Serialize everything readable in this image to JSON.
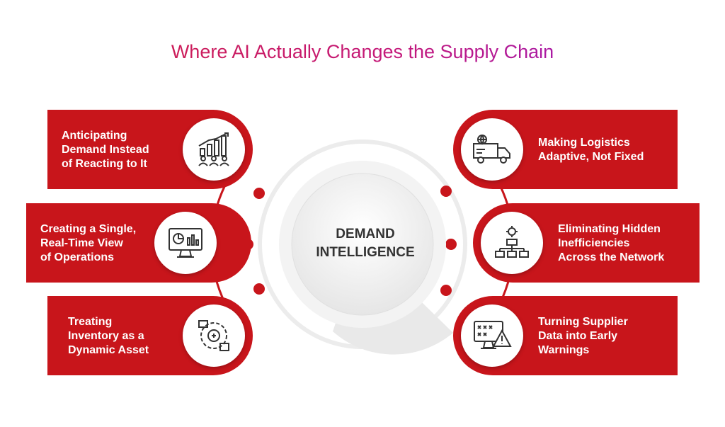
{
  "title": "Where AI Actually Changes the Supply Chain",
  "center": {
    "line1": "DEMAND",
    "line2": "INTELLIGENCE"
  },
  "colors": {
    "card": "#c8151b",
    "accent": "#b31419",
    "center_text": "#333333"
  },
  "left_items": [
    {
      "lines": [
        "Anticipating",
        "Demand Instead",
        "of Reacting to It"
      ],
      "icon": "growth-chart-team-icon"
    },
    {
      "lines": [
        "Creating a Single,",
        "Real-Time View",
        "of Operations"
      ],
      "icon": "monitor-dashboard-icon"
    },
    {
      "lines": [
        "Treating",
        "Inventory as a",
        "Dynamic Asset"
      ],
      "icon": "inventory-cycle-icon"
    }
  ],
  "right_items": [
    {
      "lines": [
        "Making Logistics",
        "Adaptive, Not Fixed"
      ],
      "icon": "delivery-truck-icon"
    },
    {
      "lines": [
        "Eliminating Hidden",
        "Inefficiencies",
        "Across the Network"
      ],
      "icon": "network-hierarchy-icon"
    },
    {
      "lines": [
        "Turning Supplier",
        "Data into Early",
        "Warnings"
      ],
      "icon": "warning-monitor-icon"
    }
  ]
}
